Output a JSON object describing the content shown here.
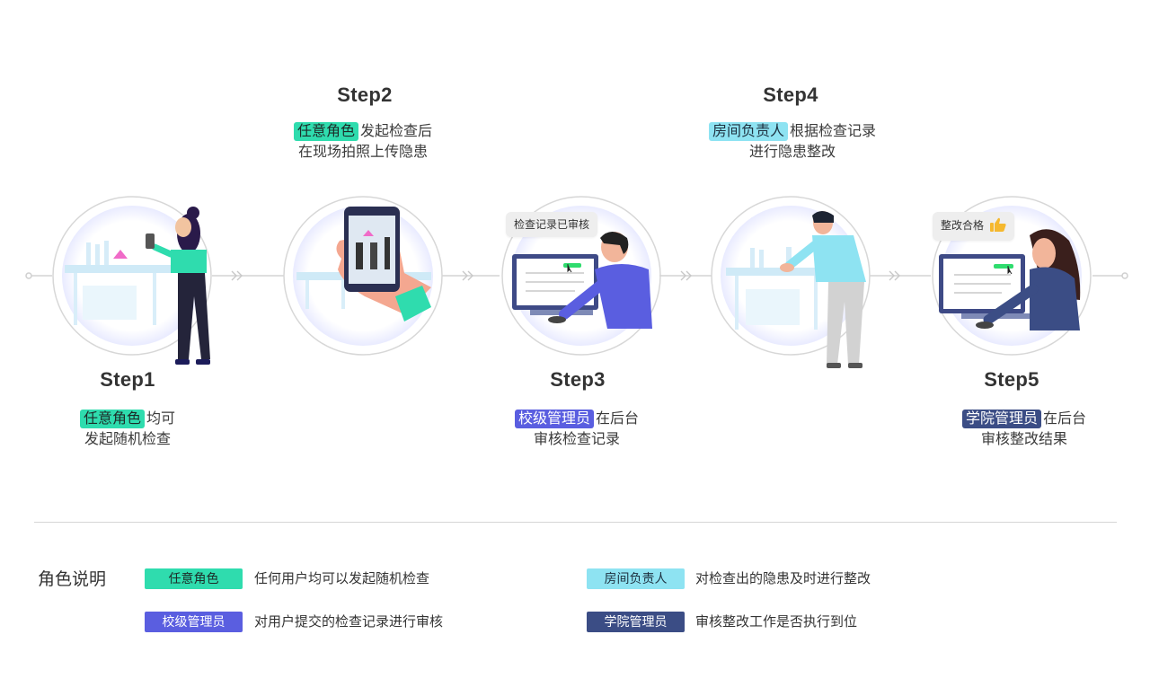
{
  "colors": {
    "green": "#2fdcae",
    "cyan": "#8ee3f2",
    "blue": "#5a5ee0",
    "navy": "#3b4d85",
    "line": "#d3d3d3"
  },
  "steps": [
    {
      "title": "Step1",
      "role": "任意角色",
      "line1_rest": "均可",
      "line2": "发起随机检查"
    },
    {
      "title": "Step2",
      "role": "任意角色",
      "line1_rest": "发起检查后",
      "line2": "在现场拍照上传隐患"
    },
    {
      "title": "Step3",
      "role": "校级管理员",
      "line1_rest": "在后台",
      "line2": "审核检查记录",
      "bubble": "检查记录已审核"
    },
    {
      "title": "Step4",
      "role": "房间负责人",
      "line1_rest": "根据检查记录",
      "line2": "进行隐患整改"
    },
    {
      "title": "Step5",
      "role": "学院管理员",
      "line1_rest": "在后台",
      "line2": "审核整改结果",
      "bubble": "整改合格"
    }
  ],
  "legend": {
    "title": "角色说明",
    "items": [
      {
        "role": "任意角色",
        "desc": "任何用户均可以发起随机检查"
      },
      {
        "role": "房间负责人",
        "desc": "对检查出的隐患及时进行整改"
      },
      {
        "role": "校级管理员",
        "desc": "对用户提交的检查记录进行审核"
      },
      {
        "role": "学院管理员",
        "desc": "审核整改工作是否执行到位"
      }
    ]
  }
}
